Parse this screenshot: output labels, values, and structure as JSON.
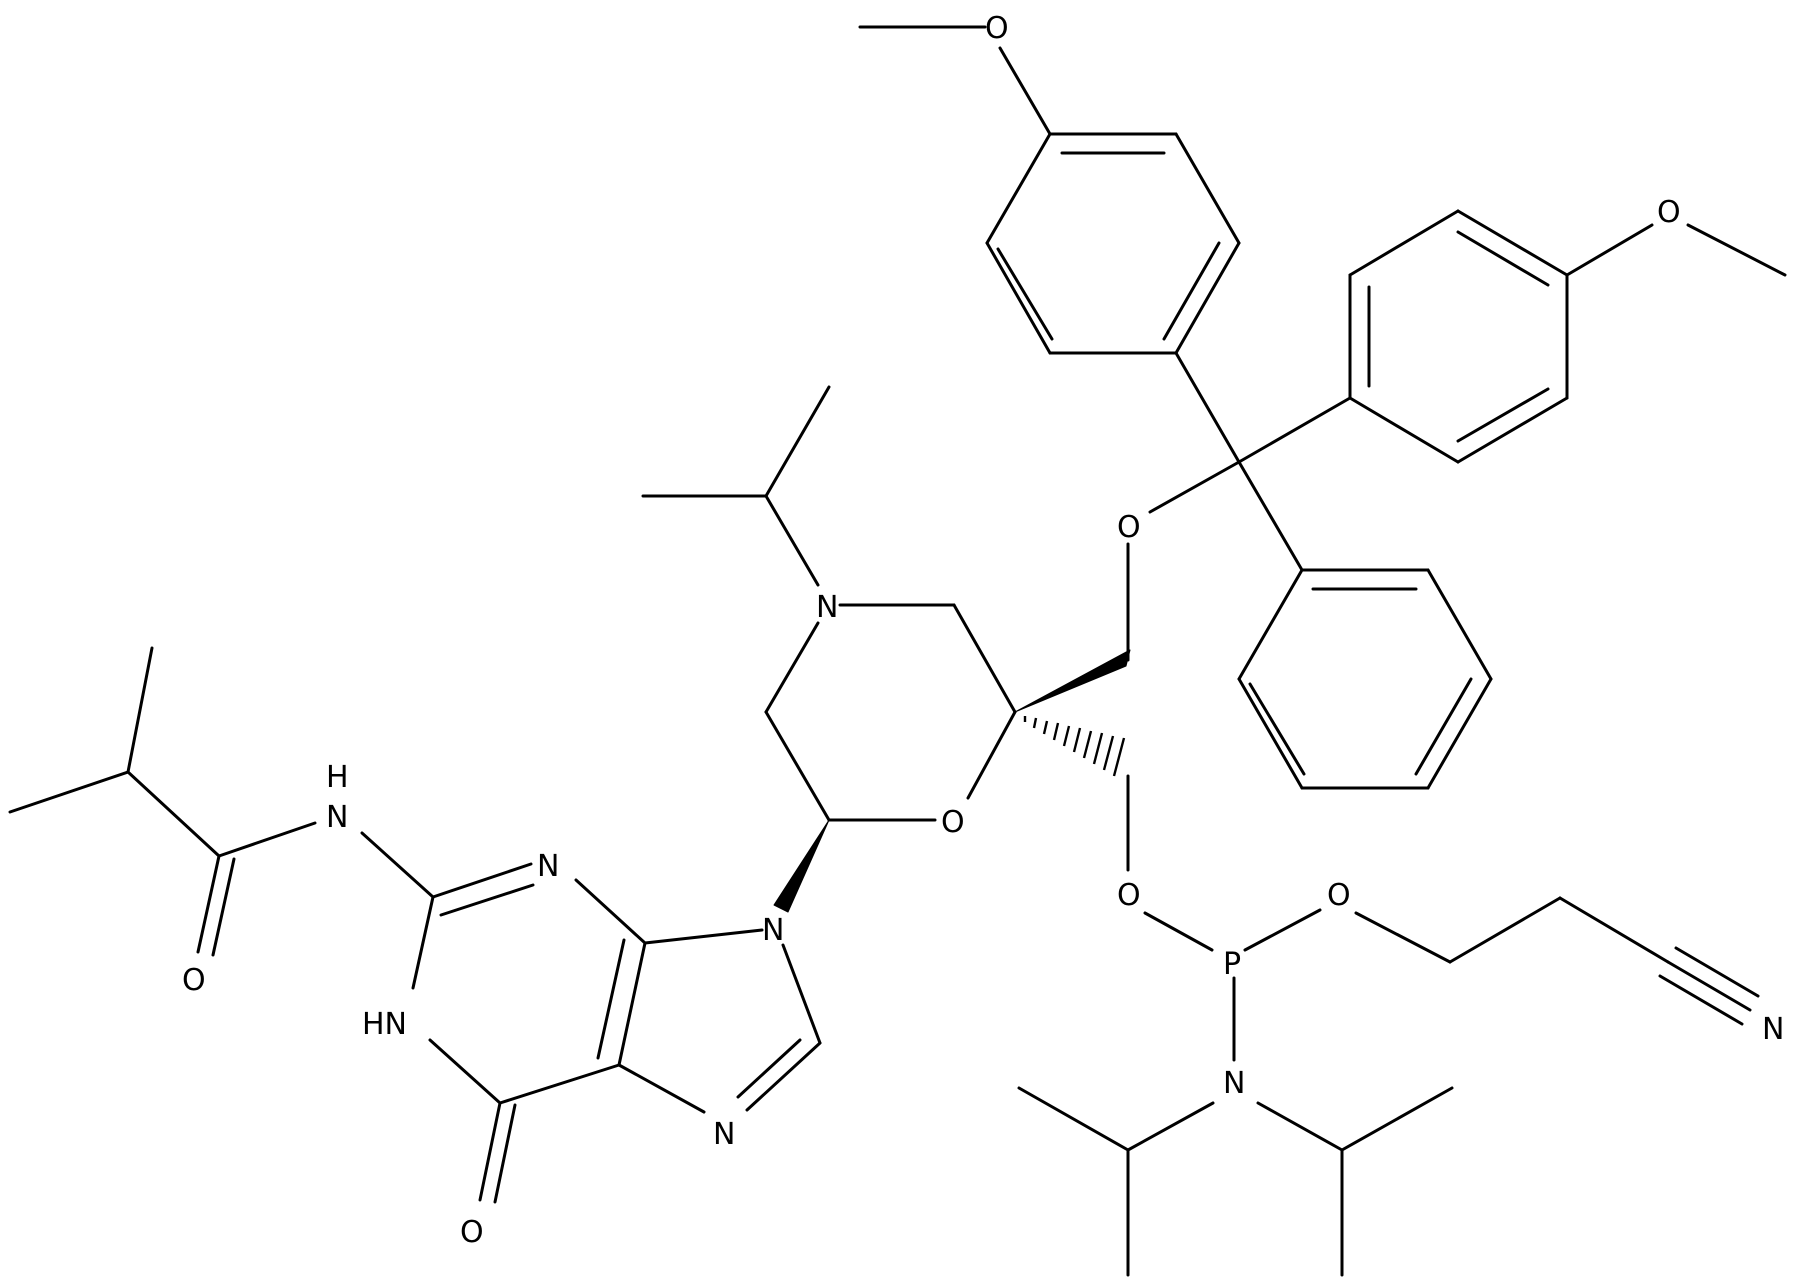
{
  "atoms": {
    "o_methoxy_top": "O",
    "o_methoxy_right": "O",
    "o_trityl_ether": "O",
    "n_morpholine": "N",
    "o_morpholine": "O",
    "o_phosphite_left": "O",
    "o_phosphite_right": "O",
    "p": "P",
    "n_amine": "N",
    "n_nitrile": "N",
    "n_amide": "H\nN",
    "o_amide": "O",
    "n_purine_3": "N",
    "n_purine_1": "HN",
    "n_purine_9": "N",
    "n_purine_7": "N",
    "o_carbonyl": "O"
  }
}
